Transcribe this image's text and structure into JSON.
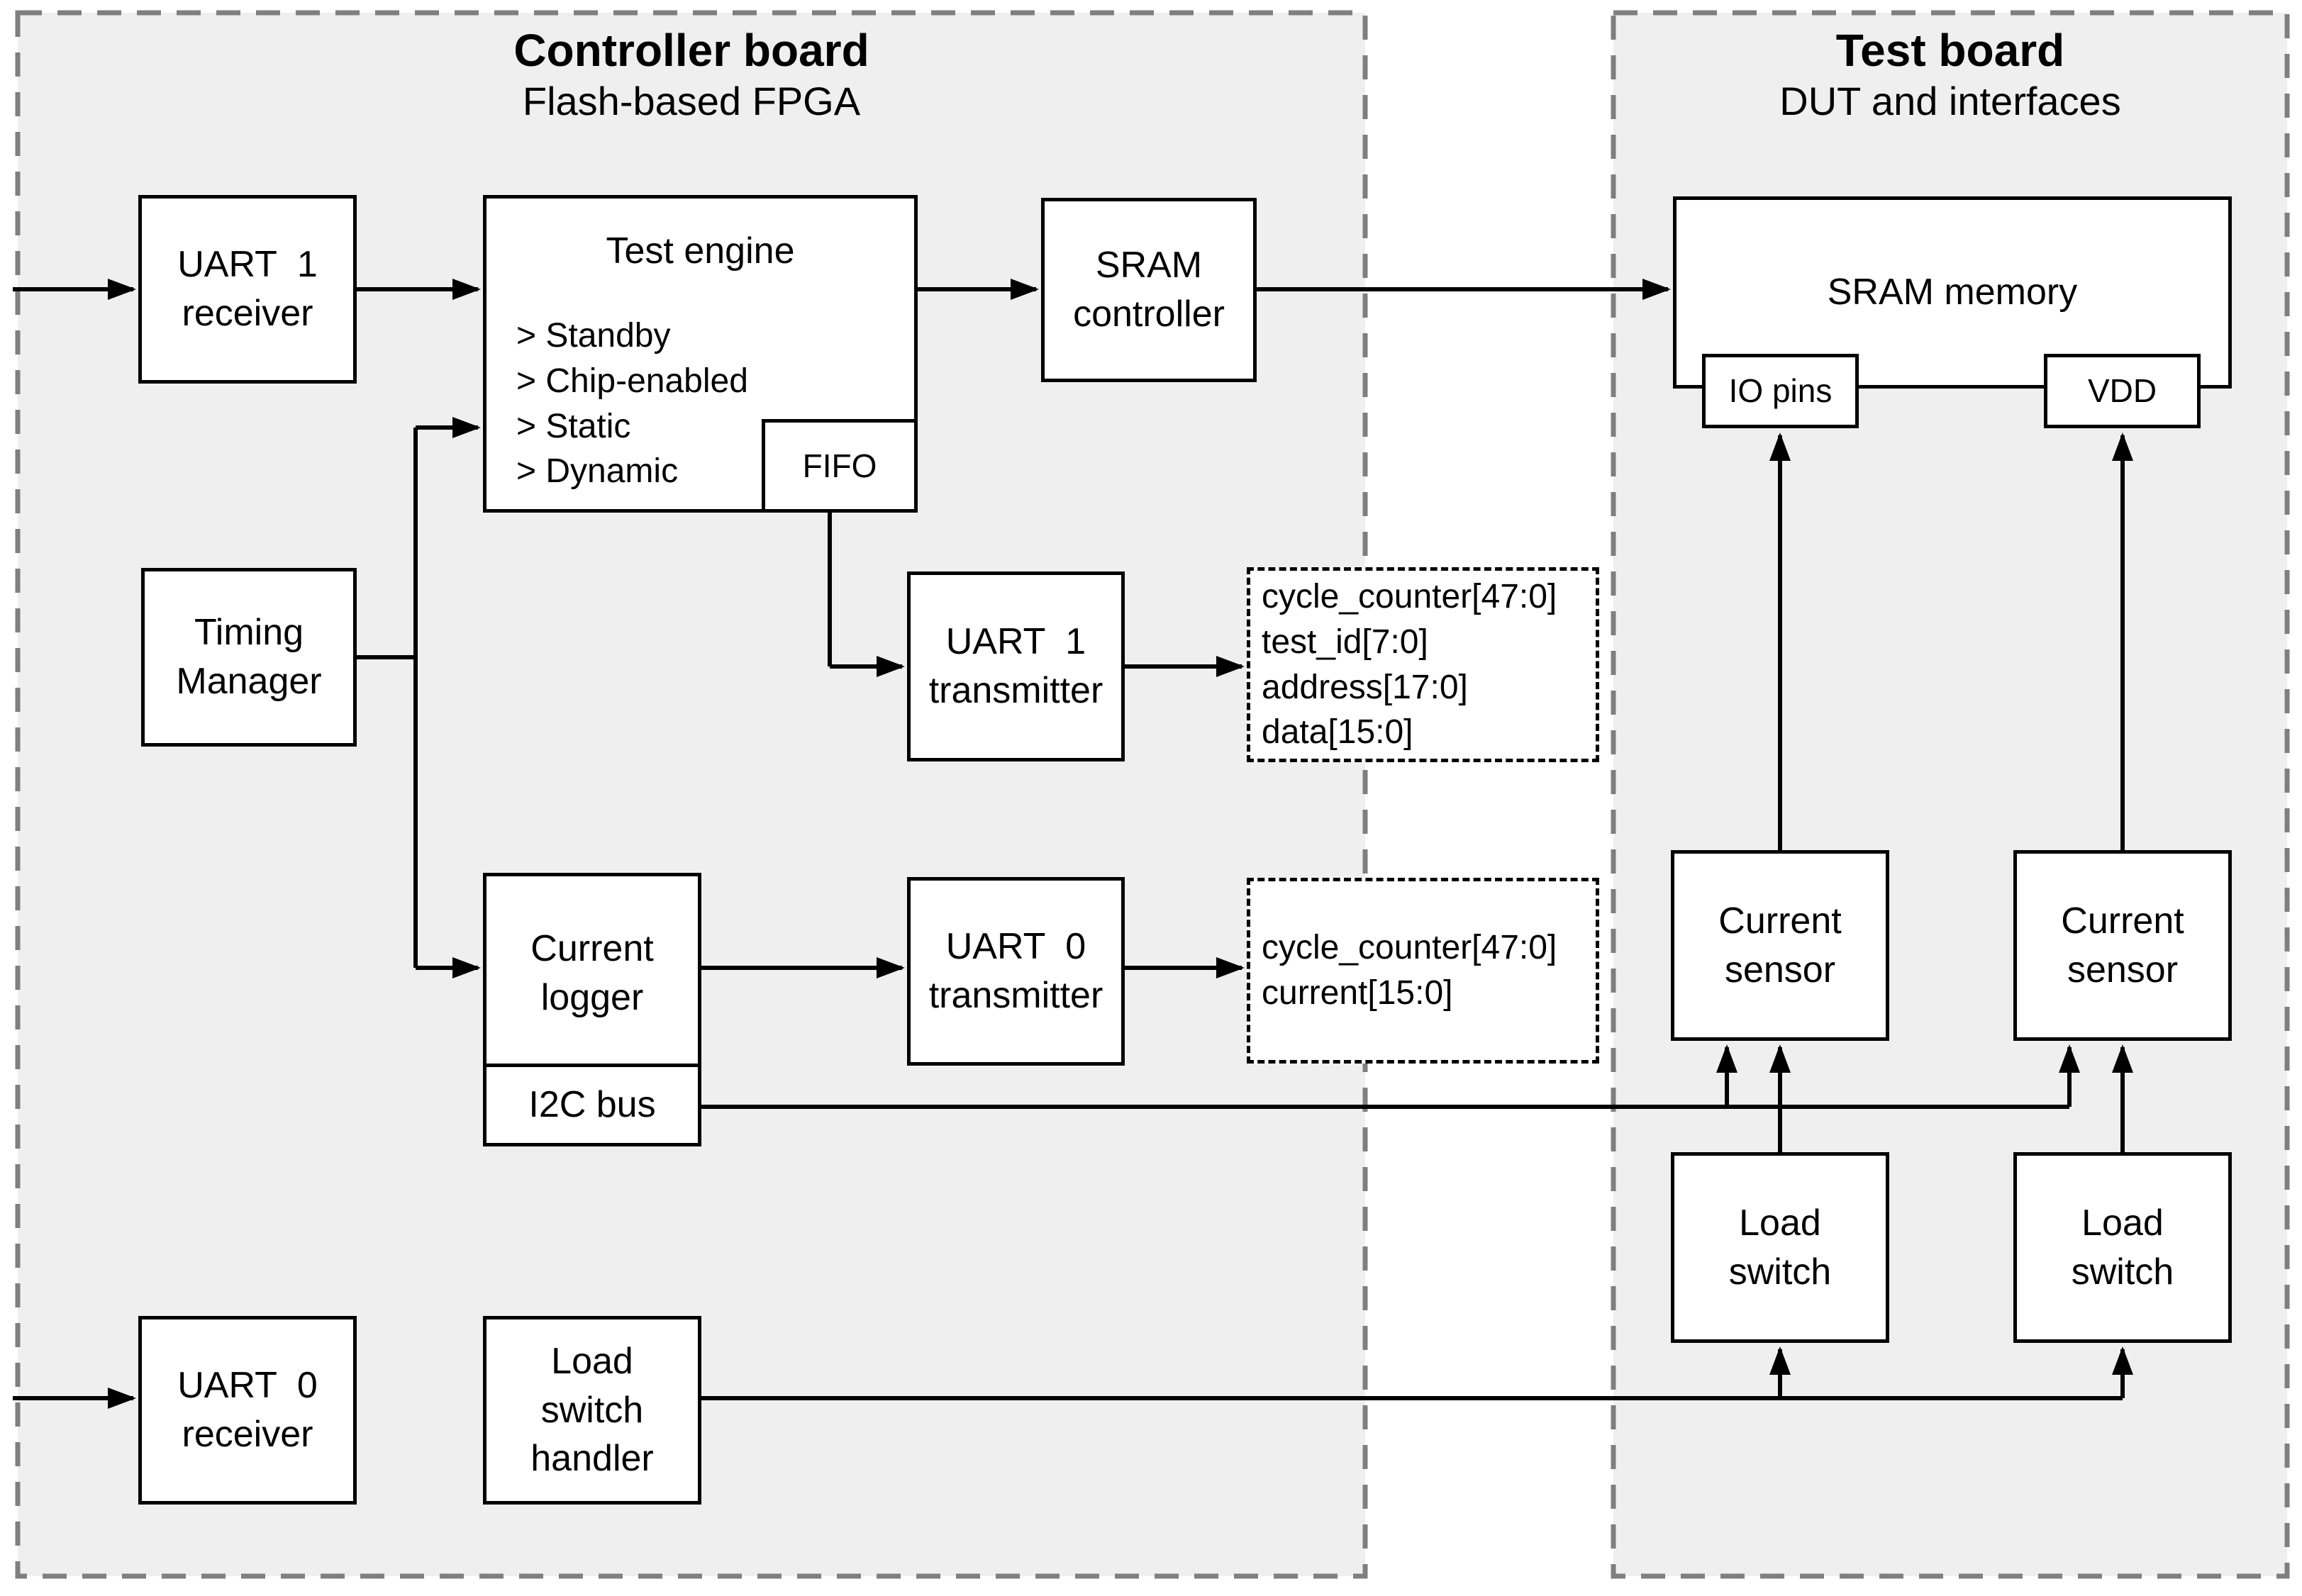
{
  "boards": {
    "controller": {
      "title": "Controller board",
      "subtitle": "Flash-based FPGA"
    },
    "test": {
      "title": "Test board",
      "subtitle": "DUT and interfaces"
    }
  },
  "blocks": {
    "uart1_receiver": {
      "label": "UART  1\nreceiver"
    },
    "test_engine": {
      "title": "Test engine",
      "modes": "> Standby\n> Chip-enabled\n> Static\n> Dynamic"
    },
    "fifo": {
      "label": "FIFO"
    },
    "sram_controller": {
      "label": "SRAM\ncontroller"
    },
    "sram_memory": {
      "label": "SRAM memory"
    },
    "io_pins": {
      "label": "IO pins"
    },
    "vdd": {
      "label": "VDD"
    },
    "timing_manager": {
      "label": "Timing\nManager"
    },
    "uart1_transmitter": {
      "label": "UART  1\ntransmitter"
    },
    "uart1_signals": {
      "label": "cycle_counter[47:0]\ntest_id[7:0]\naddress[17:0]\ndata[15:0]"
    },
    "current_logger": {
      "label": "Current\nlogger"
    },
    "i2c_bus": {
      "label": "I2C bus"
    },
    "uart0_transmitter": {
      "label": "UART  0\ntransmitter"
    },
    "uart0_signals": {
      "label": "cycle_counter[47:0]\ncurrent[15:0]"
    },
    "current_sensor_io": {
      "label": "Current\nsensor"
    },
    "current_sensor_vdd": {
      "label": "Current\nsensor"
    },
    "load_switch_io": {
      "label": "Load\nswitch"
    },
    "load_switch_vdd": {
      "label": "Load\nswitch"
    },
    "uart0_receiver": {
      "label": "UART  0\nreceiver"
    },
    "load_switch_handler": {
      "label": "Load\nswitch\nhandler"
    }
  },
  "colors": {
    "page_bg": "#ffffff",
    "board_fill": "#efefef",
    "board_border": "#7f7f7f",
    "box_fill": "#ffffff",
    "box_border": "#000000",
    "wire": "#000000"
  }
}
